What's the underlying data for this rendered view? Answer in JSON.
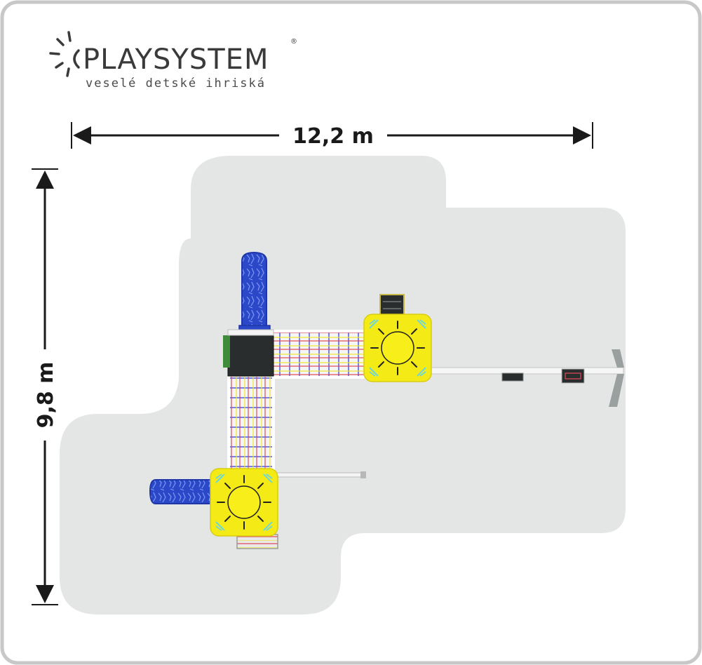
{
  "brand": {
    "name": "PLAYSYSTEM",
    "registered": "®",
    "tagline": "veselé detské ihriská"
  },
  "dimensions": {
    "width_label": "12,2 m",
    "height_label": "9,8 m"
  },
  "colors": {
    "frame": "#c8c8c8",
    "surface": "#e4e6e6",
    "roof_yellow": "#f4ea16",
    "slide_blue": "#2b48c9",
    "platform_dark": "#2a2d2d",
    "net_red": "#e04a5a",
    "net_blue": "#4a5adf",
    "net_yellow": "#f2e62a",
    "text_dark": "#1a1a1a"
  },
  "icons": {
    "logo": "sun-logo-icon",
    "arrow_left": "arrow-left-icon",
    "arrow_right": "arrow-right-icon",
    "arrow_up": "arrow-up-icon",
    "arrow_down": "arrow-down-icon",
    "roof": "sun-roof-icon"
  }
}
